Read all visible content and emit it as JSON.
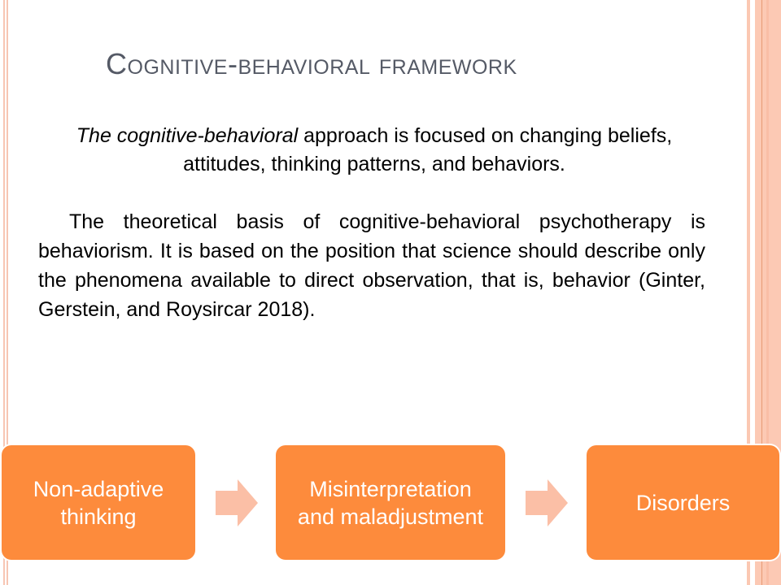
{
  "title": "Cognitive-behavioral framework",
  "intro": {
    "italic": "The cognitive-behavioral",
    "rest": " approach is focused on changing beliefs, attitudes, thinking patterns, and behaviors."
  },
  "basis": "The theoretical basis of cognitive-behavioral psychotherapy is behaviorism. It is based on the position that science should describe only the phenomena available to direct observation, that is, behavior (Ginter, Gerstein, and Roysircar 2018).",
  "flow": [
    {
      "label": "Non-adaptive thinking"
    },
    {
      "label": "Misinterpretation and maladjustment"
    },
    {
      "label": "Disorders"
    }
  ],
  "colors": {
    "box": "#fd8b3c",
    "arrow": "#fbbfa6",
    "title": "#555a66"
  }
}
